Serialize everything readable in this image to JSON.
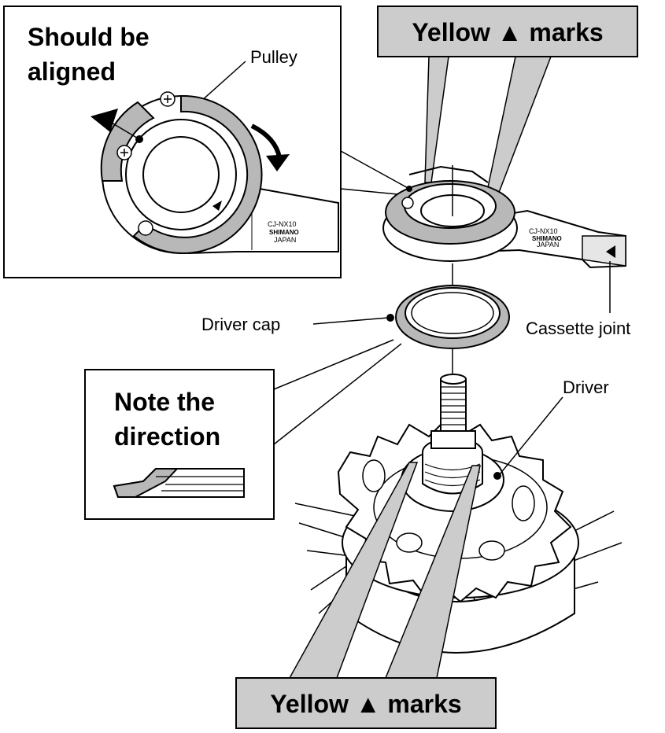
{
  "labels": {
    "should_be_aligned_line1": "Should be",
    "should_be_aligned_line2": "aligned",
    "pulley": "Pulley",
    "yellow_marks_top": "Yellow ▲ marks",
    "driver_cap": "Driver cap",
    "cassette_joint": "Cassette joint",
    "driver": "Driver",
    "note_line1": "Note the",
    "note_line2": "direction",
    "yellow_marks_bottom": "Yellow ▲ marks"
  },
  "tool_marking": {
    "model": "CJ-NX10",
    "brand": "SHIMANO",
    "country": "JAPAN"
  },
  "colors": {
    "callout_fill": "#cccccc",
    "part_gray": "#b8b8b8",
    "line": "#000000"
  }
}
